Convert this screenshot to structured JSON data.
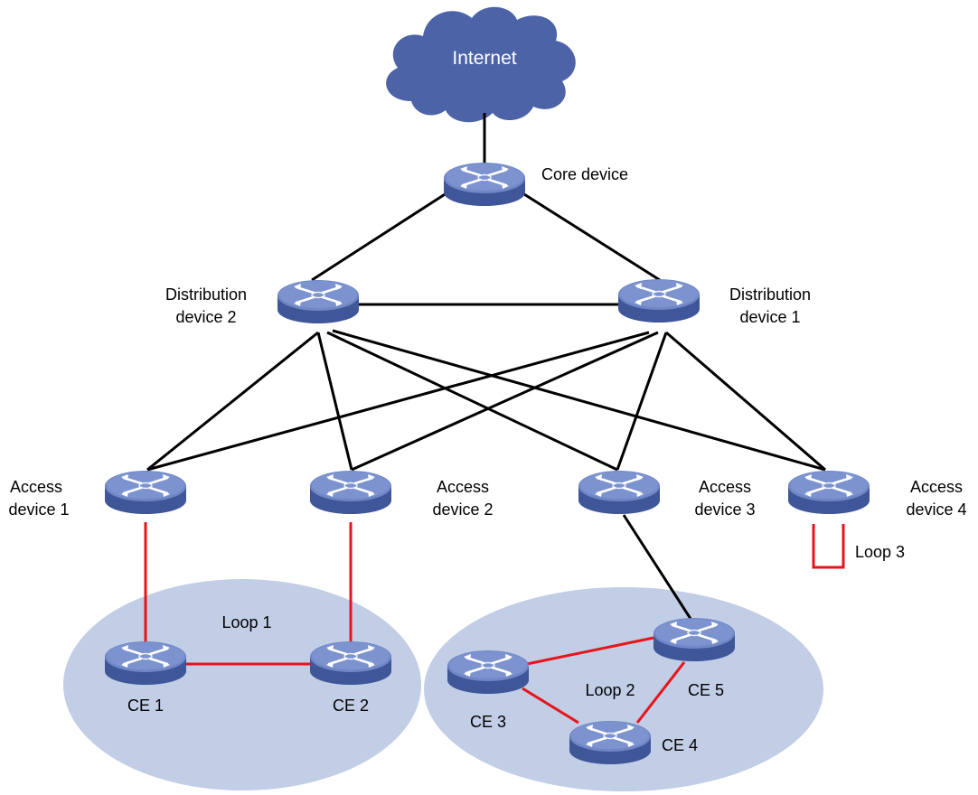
{
  "internet": {
    "label": "Internet"
  },
  "core": {
    "label": "Core device"
  },
  "distribution": [
    {
      "id": "dist2",
      "line1": "Distribution",
      "line2": "device 2"
    },
    {
      "id": "dist1",
      "line1": "Distribution",
      "line2": "device 1"
    }
  ],
  "access": [
    {
      "id": "acc1",
      "line1": "Access",
      "line2": "device 1"
    },
    {
      "id": "acc2",
      "line1": "Access",
      "line2": "device 2"
    },
    {
      "id": "acc3",
      "line1": "Access",
      "line2": "device 3"
    },
    {
      "id": "acc4",
      "line1": "Access",
      "line2": "device 4"
    }
  ],
  "ce": [
    {
      "id": "ce1",
      "label": "CE 1"
    },
    {
      "id": "ce2",
      "label": "CE 2"
    },
    {
      "id": "ce3",
      "label": "CE 3"
    },
    {
      "id": "ce4",
      "label": "CE 4"
    },
    {
      "id": "ce5",
      "label": "CE 5"
    }
  ],
  "loops": [
    {
      "id": "loop1",
      "label": "Loop 1"
    },
    {
      "id": "loop2",
      "label": "Loop 2"
    },
    {
      "id": "loop3",
      "label": "Loop 3"
    }
  ],
  "colors": {
    "device_body": "#4a63a8",
    "device_top": "#6f87c6",
    "cloud": "#4d63a7",
    "area_fill": "#c2cde6",
    "normal_link": "#000000",
    "loop_link": "#e8141a"
  }
}
